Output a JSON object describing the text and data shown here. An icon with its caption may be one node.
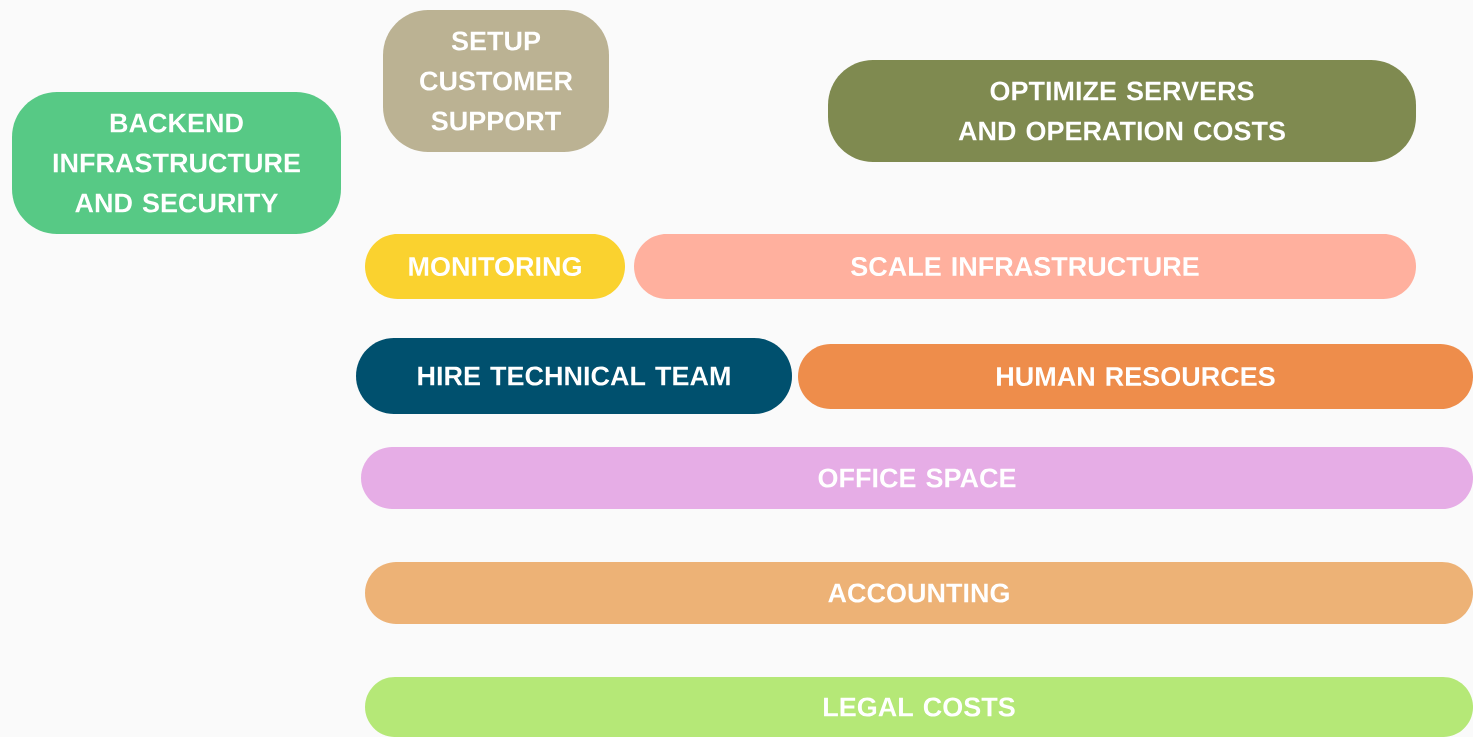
{
  "diagram": {
    "nodes": [
      {
        "text": [
          "BACKEND INFRASTRUCTURE AND SECURITY"
        ]
      },
      {
        "text": [
          "SETUP CUSTOMER SUPPORT"
        ]
      },
      {
        "text": [
          "OPTIMIZE SERVERS AND OPERATION COSTS"
        ]
      },
      {
        "text": [
          "MONITORING"
        ]
      },
      {
        "text": [
          "SCALE INFRASTRUCTURE"
        ]
      },
      {
        "text": [
          "HIRE TECHNICAL TEAM"
        ]
      },
      {
        "text": [
          "HUMAN RESOURCES"
        ]
      },
      {
        "text": [
          "OFFICE SPACE"
        ]
      },
      {
        "text": [
          "ACCOUNTING"
        ]
      },
      {
        "text": [
          "LEGAL COSTS"
        ]
      }
    ]
  }
}
